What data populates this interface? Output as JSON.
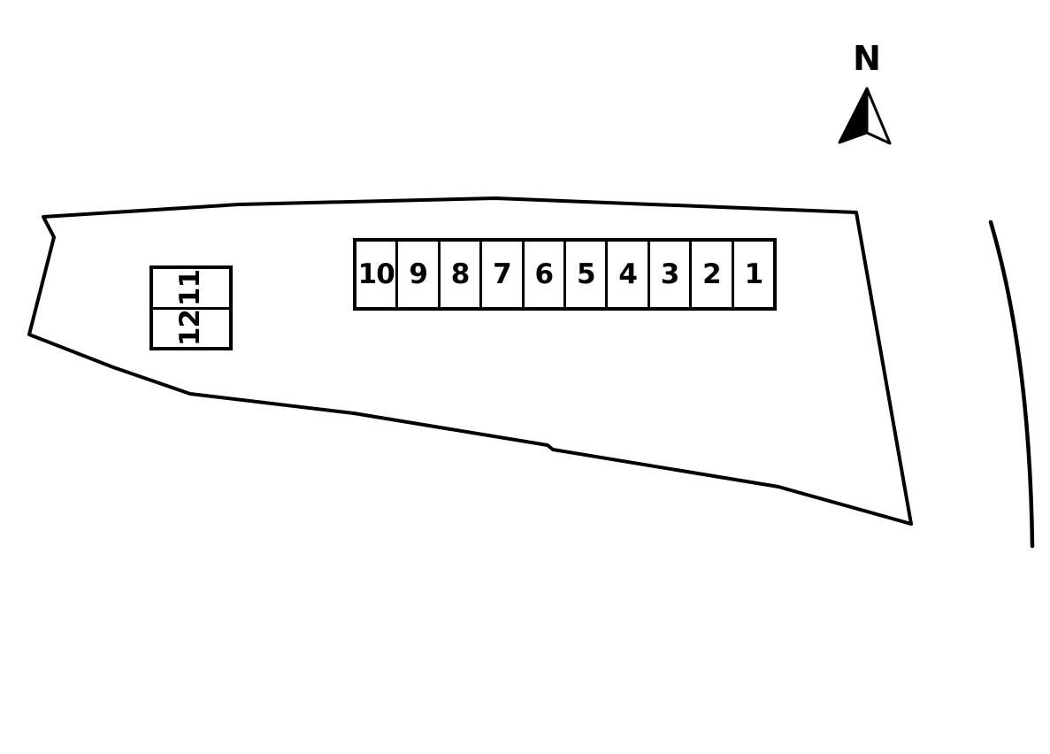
{
  "compass": {
    "label": "N"
  },
  "parking_row": {
    "spaces": [
      "10",
      "9",
      "8",
      "7",
      "6",
      "5",
      "4",
      "3",
      "2",
      "1"
    ]
  },
  "side_block": {
    "spaces": [
      "11",
      "12"
    ]
  },
  "colors": {
    "line": "#000000",
    "background": "#ffffff"
  }
}
